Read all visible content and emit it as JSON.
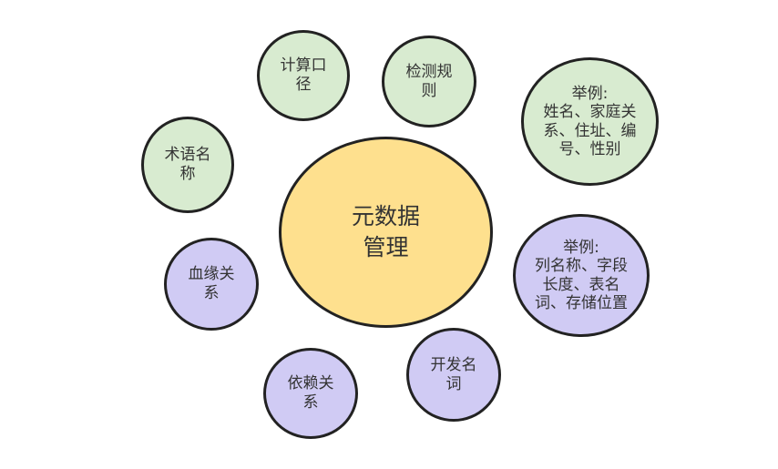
{
  "diagram": {
    "center": {
      "text": "元数据\n管理"
    },
    "nodes": {
      "n1": {
        "text": "计算口\n径"
      },
      "n2": {
        "text": "检测规\n则"
      },
      "n3": {
        "text": "举例:\n姓名、家庭关\n系、住址、编\n号、性别"
      },
      "n4": {
        "text": "术语名\n称"
      },
      "n5": {
        "text": "举例:\n列名称、字段\n长度、表名\n词、存储位置"
      },
      "n6": {
        "text": "血缘关\n系"
      },
      "n7": {
        "text": "开发名\n词"
      },
      "n8": {
        "text": "依赖关\n系"
      }
    },
    "colors": {
      "green": "#d8ebd0",
      "purple": "#d0cbf4",
      "yellow": "#fee08e",
      "outline": "#222222"
    }
  }
}
